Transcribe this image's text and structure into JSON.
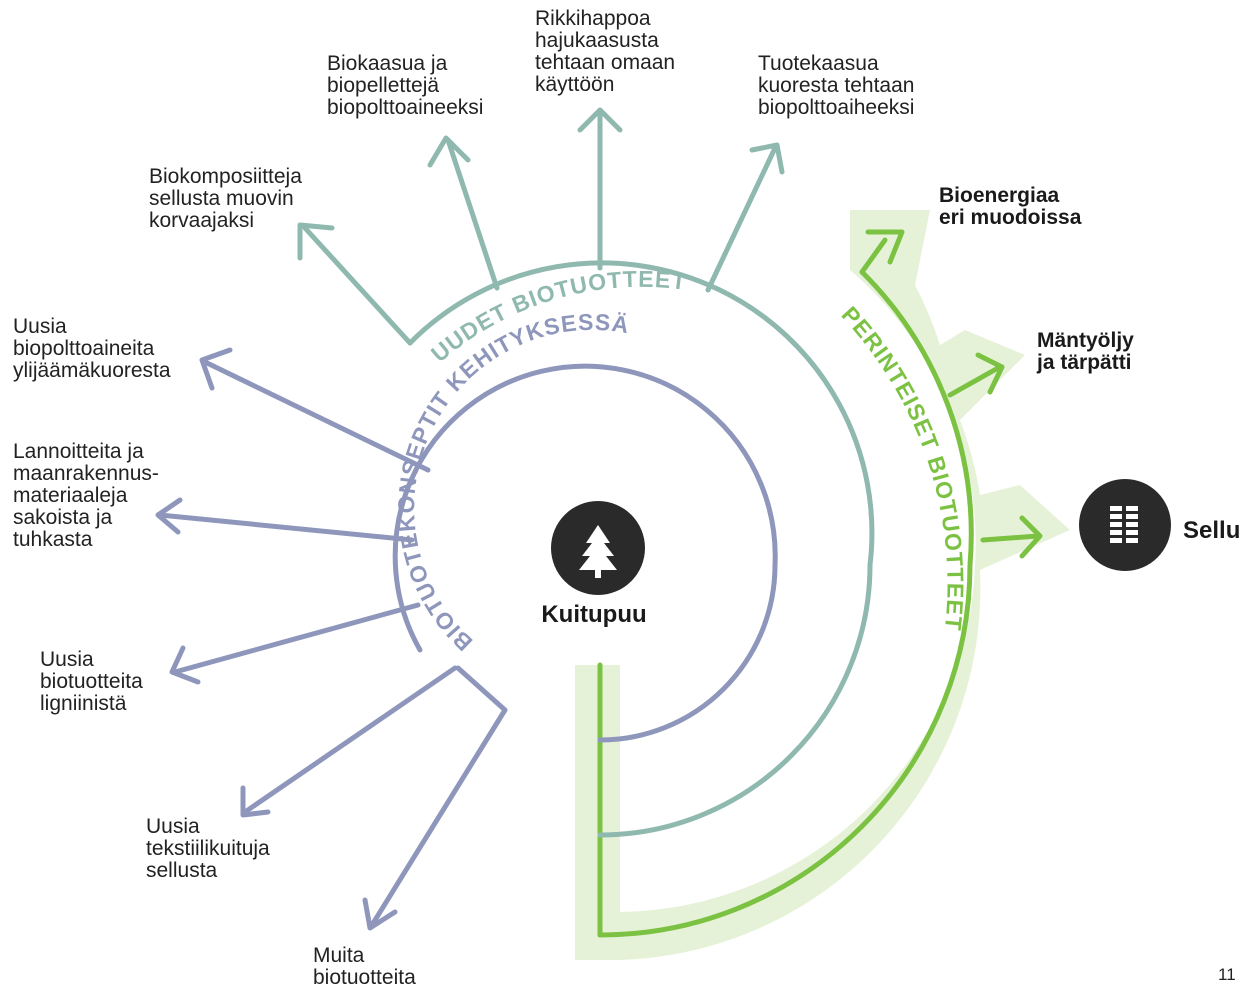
{
  "colors": {
    "teal": "#8fb8ae",
    "purple": "#8e97bb",
    "green": "#7cc242",
    "green_light": "#e6f2d8",
    "dark": "#2a2a2a",
    "center_label_text": "#1a1a1a"
  },
  "center": {
    "label": "Kuitupuu",
    "icon": "tree-icon"
  },
  "arc_labels": {
    "biotuotekonseptit": "BIOTUOTEKONSEPTIT KEHITYKSESSÄ",
    "uudet": "UUDET BIOTUOTTEET",
    "perinteiset": "PERINTEISET BIOTUOTTEET"
  },
  "teal_outputs": [
    {
      "lines": [
        "Biokomposiitteja",
        "sellusta muovin",
        "korvaajaksi"
      ]
    },
    {
      "lines": [
        "Biokaasua ja",
        "biopellettejä",
        "biopolttoaineeksi"
      ]
    },
    {
      "lines": [
        "Rikkihappoa",
        "hajukaasusta",
        "tehtaan omaan",
        "käyttöön"
      ]
    },
    {
      "lines": [
        "Tuotekaasua",
        "kuoresta tehtaan",
        "biopolttoaiheeksi"
      ]
    }
  ],
  "purple_outputs": [
    {
      "lines": [
        "Uusia",
        "biopolttoaineita",
        "ylijäämäkuoresta"
      ]
    },
    {
      "lines": [
        "Lannoitteita ja",
        "maanrakennus-",
        "materiaaleja",
        "sakoista ja",
        "tuhkasta"
      ]
    },
    {
      "lines": [
        "Uusia",
        "biotuotteita",
        "ligniinistä"
      ]
    },
    {
      "lines": [
        "Uusia",
        "tekstiilikuituja",
        "sellusta"
      ]
    },
    {
      "lines": [
        "Muita",
        "biotuotteita"
      ]
    }
  ],
  "green_outputs": [
    {
      "lines": [
        "Bioenergiaa",
        "eri muodoissa"
      ]
    },
    {
      "lines": [
        "Mäntyöljy",
        "ja tärpätti"
      ]
    }
  ],
  "sellu": {
    "label": "Sellu",
    "icon": "pulp-bales-icon"
  },
  "page_number": "11"
}
